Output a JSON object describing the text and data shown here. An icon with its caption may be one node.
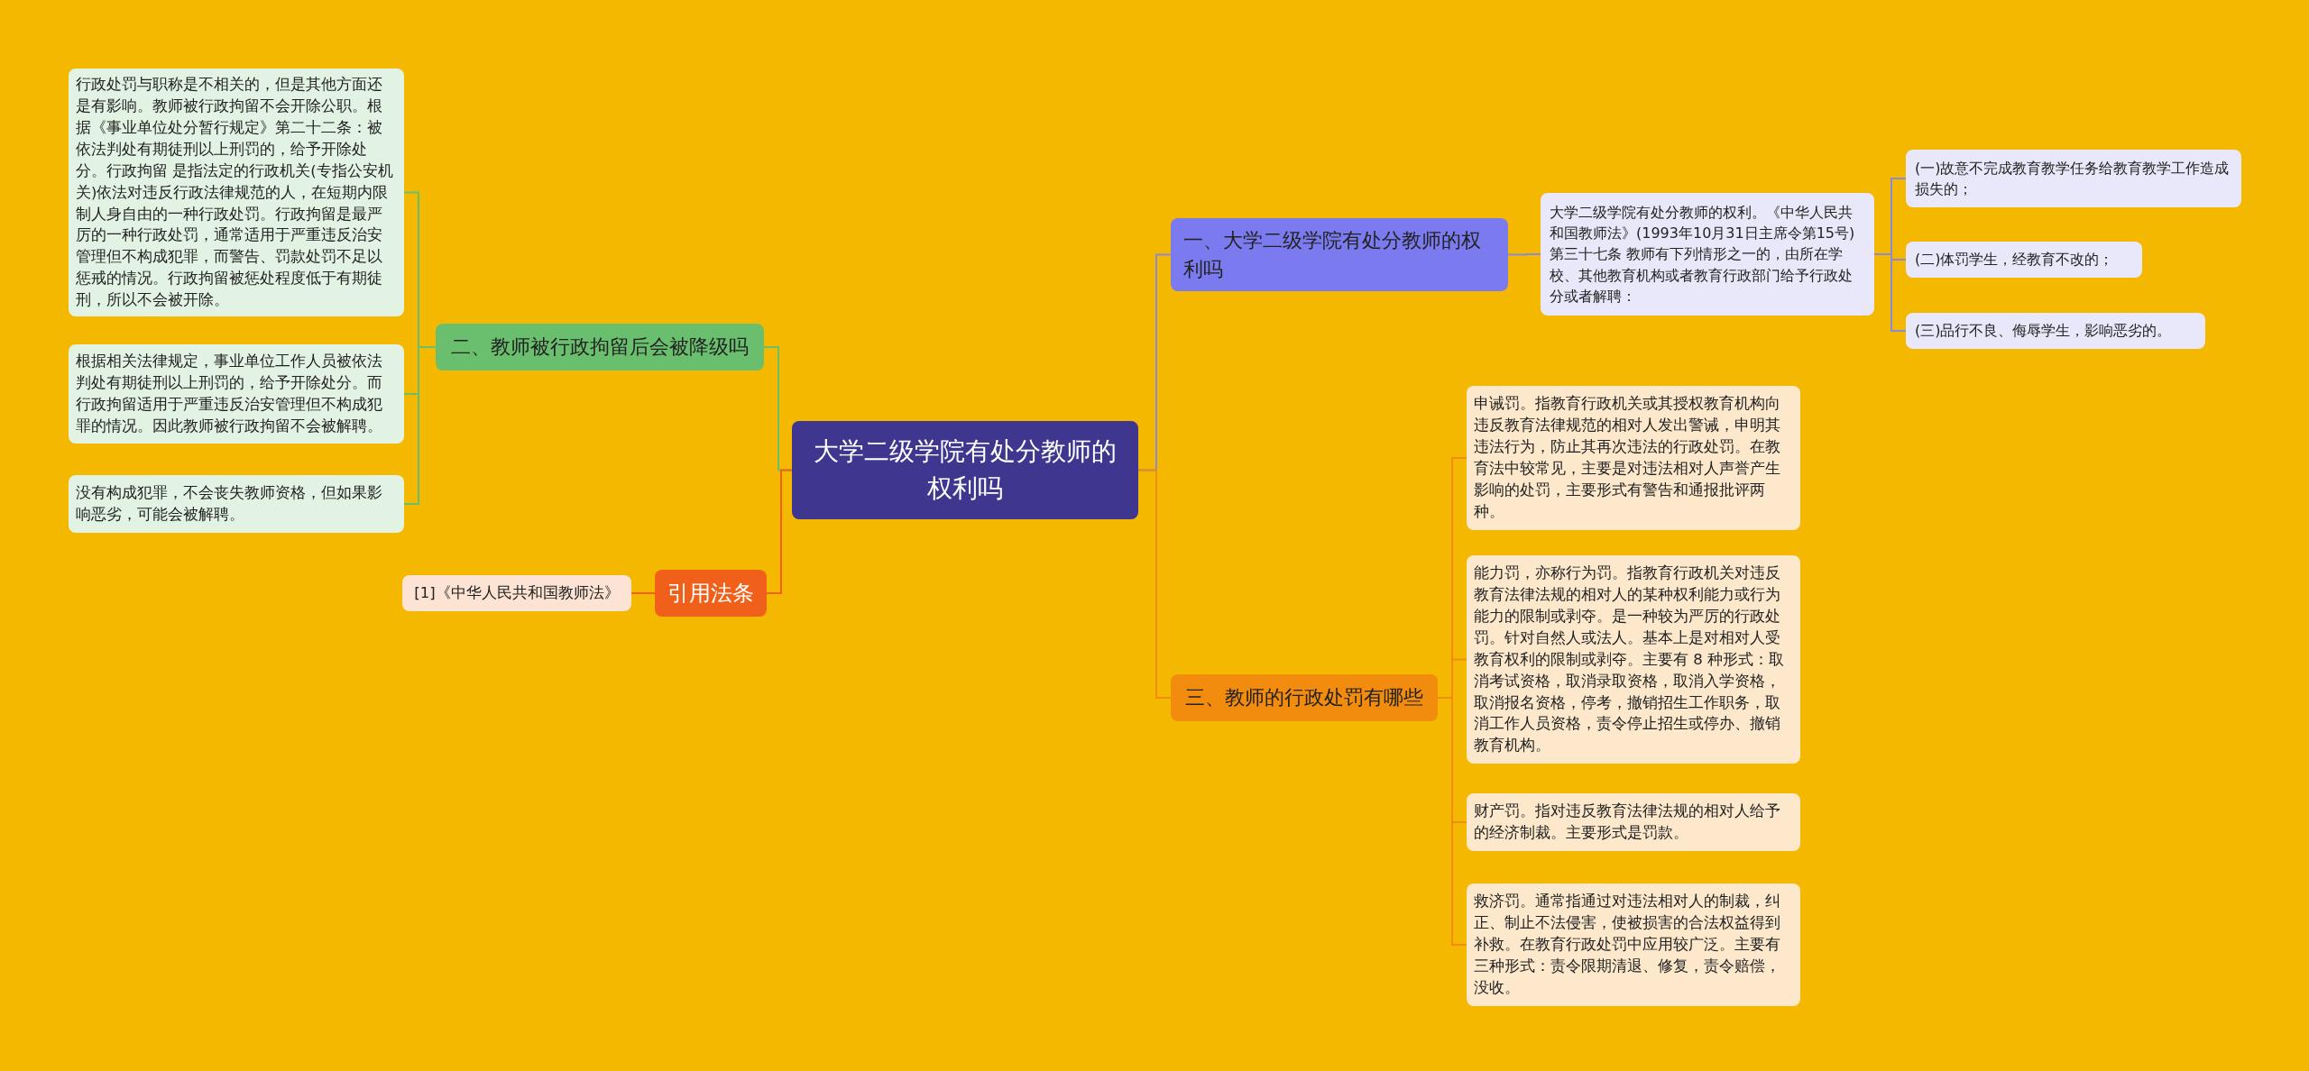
{
  "diagram": {
    "nodes": [
      {
        "text": [
          "大学二级学院有处分教师的权利吗"
        ]
      },
      {
        "text": [
          "一、大学二级学院有处分教师的权利吗"
        ]
      },
      {
        "text": [
          "大学二级学院有处分教师的权利。《中华人民共和国教师法》(1993年10月31日主席令第15号)第三十七条 教师有下列情形之一的，由所在学校、其他教育机构或者教育行政部门给予行政处分或者解聘："
        ]
      },
      {
        "text": [
          "(一)故意不完成教育教学任务给教育教学工作造成损失的；"
        ]
      },
      {
        "text": [
          "(二)体罚学生，经教育不改的；"
        ]
      },
      {
        "text": [
          "(三)品行不良、侮辱学生，影响恶劣的。"
        ]
      },
      {
        "text": [
          "三、教师的行政处罚有哪些"
        ]
      },
      {
        "text": [
          "申诫罚。指教育行政机关或其授权教育机构向违反教育法律规范的相对人发出警诫，申明其违法行为，防止其再次违法的行政处罚。在教育法中较常见，主要是对违法相对人声誉产生影响的处罚，主要形式有警告和通报批评两种。"
        ]
      },
      {
        "text": [
          "能力罚，亦称行为罚。指教育行政机关对违反教育法律法规的相对人的某种权利能力或行为能力的限制或剥夺。是一种较为严厉的行政处罚。针对自然人或法人。基本上是对相对人受教育权利的限制或剥夺。主要有 8 种形式：取消考试资格，取消录取资格，取消入学资格，取消报名资格，停考，撤销招生工作职务，取消工作人员资格，责令停止招生或停办、撤销教育机构。"
        ]
      },
      {
        "text": [
          "财产罚。指对违反教育法律法规的相对人给予的经济制裁。主要形式是罚款。"
        ]
      },
      {
        "text": [
          "救济罚。通常指通过对违法相对人的制裁，纠正、制止不法侵害，使被损害的合法权益得到补救。在教育行政处罚中应用较广泛。主要有三种形式：责令限期清退、修复，责令赔偿，没收。"
        ]
      },
      {
        "text": [
          "二、教师被行政拘留后会被降级吗"
        ]
      },
      {
        "text": [
          "行政处罚与职称是不相关的，但是其他方面还是有影响。教师被行政拘留不会开除公职。根据《事业单位处分暂行规定》第二十二条：被依法判处有期徒刑以上刑罚的，给予开除处分。行政拘留 是指法定的行政机关(专指公安机关)依法对违反行政法律规范的人，在短期内限制人身自由的一种行政处罚。行政拘留是最严厉的一种行政处罚，通常适用于严重违反治安管理但不构成犯罪，而警告、罚款处罚不足以惩戒的情况。行政拘留被惩处程度低于有期徒刑，所以不会被开除。"
        ]
      },
      {
        "text": [
          "根据相关法律规定，事业单位工作人员被依法判处有期徒刑以上刑罚的，给予开除处分。而行政拘留适用于严重违反治安管理但不构成犯罪的情况。因此教师被行政拘留不会被解聘。"
        ]
      },
      {
        "text": [
          "没有构成犯罪，不会丧失教师资格，但如果影响恶劣，可能会被解聘。"
        ]
      },
      {
        "text": [
          "引用法条"
        ]
      },
      {
        "text": [
          "[1]《中华人民共和国教师法》"
        ]
      }
    ],
    "edges": [
      {
        "from": 0,
        "to": 1,
        "arrow": "none",
        "color": "#8a8ad6"
      },
      {
        "from": 1,
        "to": 2,
        "arrow": "none",
        "color": "#8a8ad6"
      },
      {
        "from": 2,
        "to": 3,
        "arrow": "none",
        "color": "#8a8ad6"
      },
      {
        "from": 2,
        "to": 4,
        "arrow": "none",
        "color": "#8a8ad6"
      },
      {
        "from": 2,
        "to": 5,
        "arrow": "none",
        "color": "#8a8ad6"
      },
      {
        "from": 0,
        "to": 6,
        "arrow": "none",
        "color": "#f28c0e"
      },
      {
        "from": 6,
        "to": 7,
        "arrow": "none",
        "color": "#f28c0e"
      },
      {
        "from": 6,
        "to": 8,
        "arrow": "none",
        "color": "#f28c0e"
      },
      {
        "from": 6,
        "to": 9,
        "arrow": "none",
        "color": "#f28c0e"
      },
      {
        "from": 6,
        "to": 10,
        "arrow": "none",
        "color": "#f28c0e"
      },
      {
        "from": 0,
        "to": 11,
        "arrow": "none",
        "color": "#6abf6e"
      },
      {
        "from": 11,
        "to": 12,
        "arrow": "none",
        "color": "#6abf6e"
      },
      {
        "from": 11,
        "to": 13,
        "arrow": "none",
        "color": "#6abf6e"
      },
      {
        "from": 11,
        "to": 14,
        "arrow": "none",
        "color": "#6abf6e"
      },
      {
        "from": 0,
        "to": 15,
        "arrow": "none",
        "color": "#f0601a"
      },
      {
        "from": 15,
        "to": 16,
        "arrow": "none",
        "color": "#f0601a"
      }
    ]
  }
}
